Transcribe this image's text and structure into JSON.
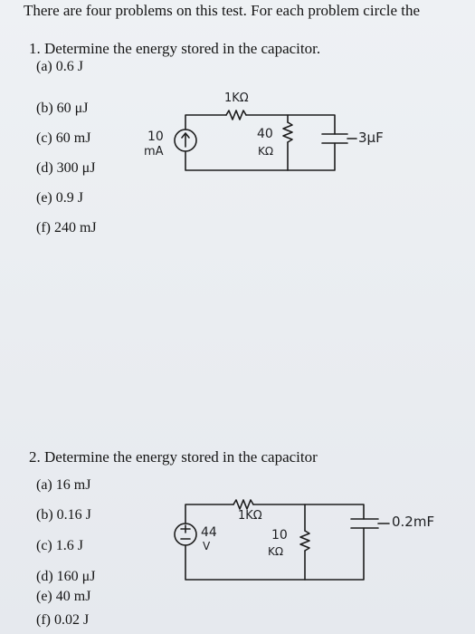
{
  "header": "There are four problems on this test. For each problem circle the",
  "problems": [
    {
      "title": "1. Determine the energy stored in the capacitor.",
      "options": [
        "(a) 0.6 J",
        "(b) 60 μJ",
        "(c) 60 mJ",
        "(d) 300 μJ",
        "(e) 0.9 J",
        "(f) 240 mJ"
      ],
      "circuit": {
        "source_value": "10",
        "source_unit": "mA",
        "series_resistor": "1KΩ",
        "shunt_resistor_value": "40",
        "shunt_resistor_unit": "KΩ",
        "capacitor": "3μF"
      }
    },
    {
      "title": "2. Determine the energy stored in the capacitor",
      "options": [
        "(a) 16 mJ",
        "(b) 0.16 J",
        "(c) 1.6 J",
        "(d) 160 μJ",
        "(e) 40 mJ",
        "(f) 0.02 J"
      ],
      "circuit": {
        "source_value": "44",
        "source_unit": "V",
        "series_resistor": "1KΩ",
        "shunt_resistor_value": "10",
        "shunt_resistor_unit": "KΩ",
        "capacitor": "0.2mF"
      }
    }
  ]
}
